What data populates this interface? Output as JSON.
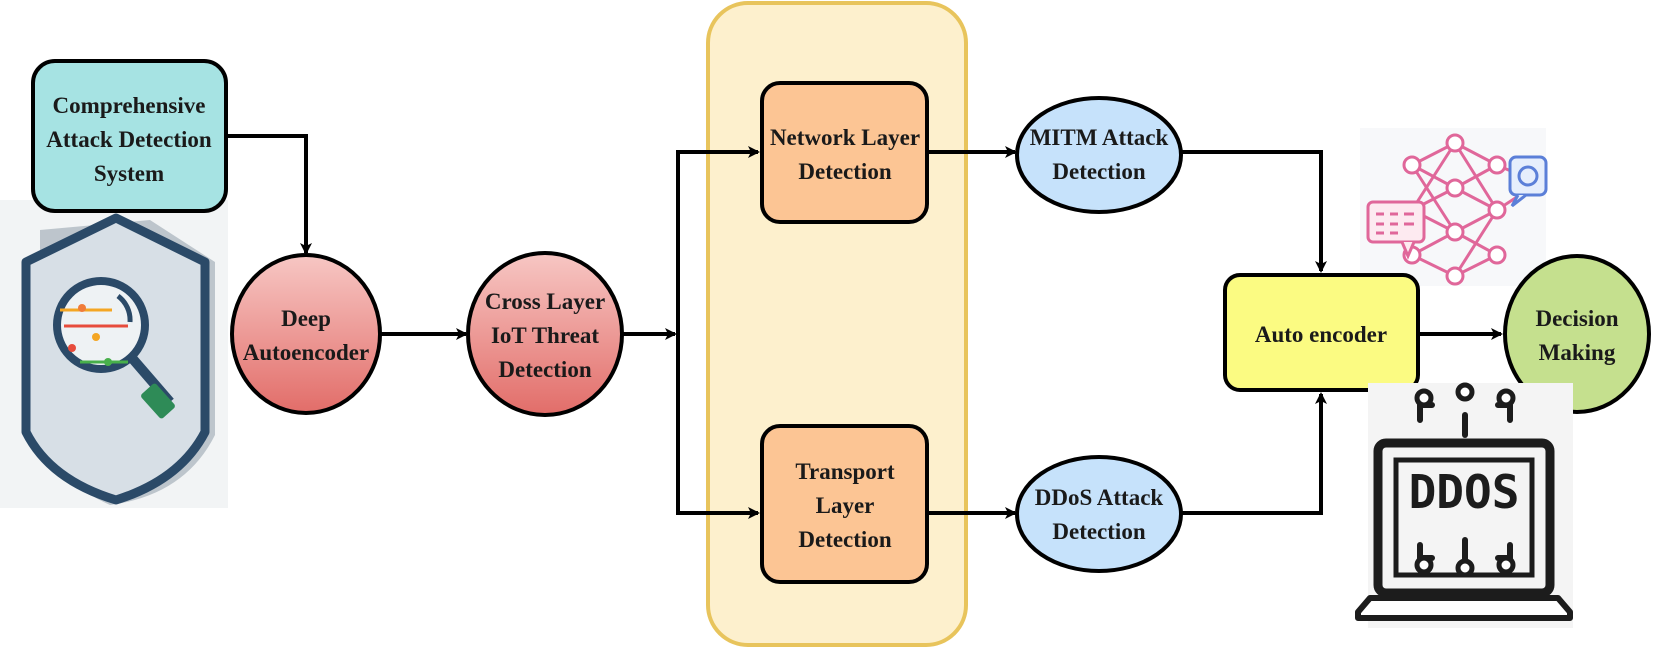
{
  "nodes": {
    "system": {
      "lines": [
        "Comprehensive",
        "Attack Detection",
        "System"
      ]
    },
    "deep_autoencoder": {
      "lines": [
        "Deep",
        "Autoencoder"
      ]
    },
    "cross_layer": {
      "lines": [
        "Cross Layer",
        "IoT Threat",
        "Detection"
      ]
    },
    "network_layer": {
      "lines": [
        "Network Layer",
        "Detection"
      ]
    },
    "transport_layer": {
      "lines": [
        "Transport",
        "Layer",
        "Detection"
      ]
    },
    "mitm": {
      "lines": [
        "MITM Attack",
        "Detection"
      ]
    },
    "ddos": {
      "lines": [
        "DDoS Attack",
        "Detection"
      ]
    },
    "auto_encoder": {
      "lines": [
        "Auto encoder"
      ]
    },
    "decision": {
      "lines": [
        "Decision",
        "Making"
      ]
    }
  },
  "icons": {
    "shield": "shield-magnifier-icon",
    "neural_network": "neural-network-icon",
    "laptop": "ddos-laptop-icon",
    "laptop_text": "DDOS"
  },
  "colors": {
    "system_fill": "#a6e3e3",
    "deep_fill": "#e88582",
    "cross_fill": "#e88582",
    "layer_fill": "#fcc594",
    "group_fill": "#fdf0cd",
    "group_stroke": "#e8c45c",
    "attack_fill": "#c6e2fb",
    "auto_fill": "#fbfb82",
    "decision_fill": "#c5e08e",
    "nn_color": "#e0679a"
  }
}
